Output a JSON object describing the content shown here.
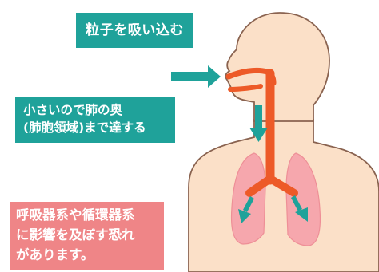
{
  "labels": {
    "inhale": "粒子を吸い込む",
    "deep_reach": [
      "小さいので肺の奥",
      "(肺胞領域)まで達する"
    ],
    "risk": [
      "呼吸器系や循環器系",
      "に影響を及ぼす恐れ",
      "があります。"
    ]
  },
  "colors": {
    "teal": "#1fa29a",
    "pink": "#ef8587",
    "skin": "#fbe0c8",
    "skin_outline": "#8a6350",
    "airway": "#ed5a28",
    "lung": "#f6a7ad",
    "lung_dark": "#ee8f97"
  },
  "icons": [
    "arrow-right-icon",
    "arrow-down-icon"
  ]
}
